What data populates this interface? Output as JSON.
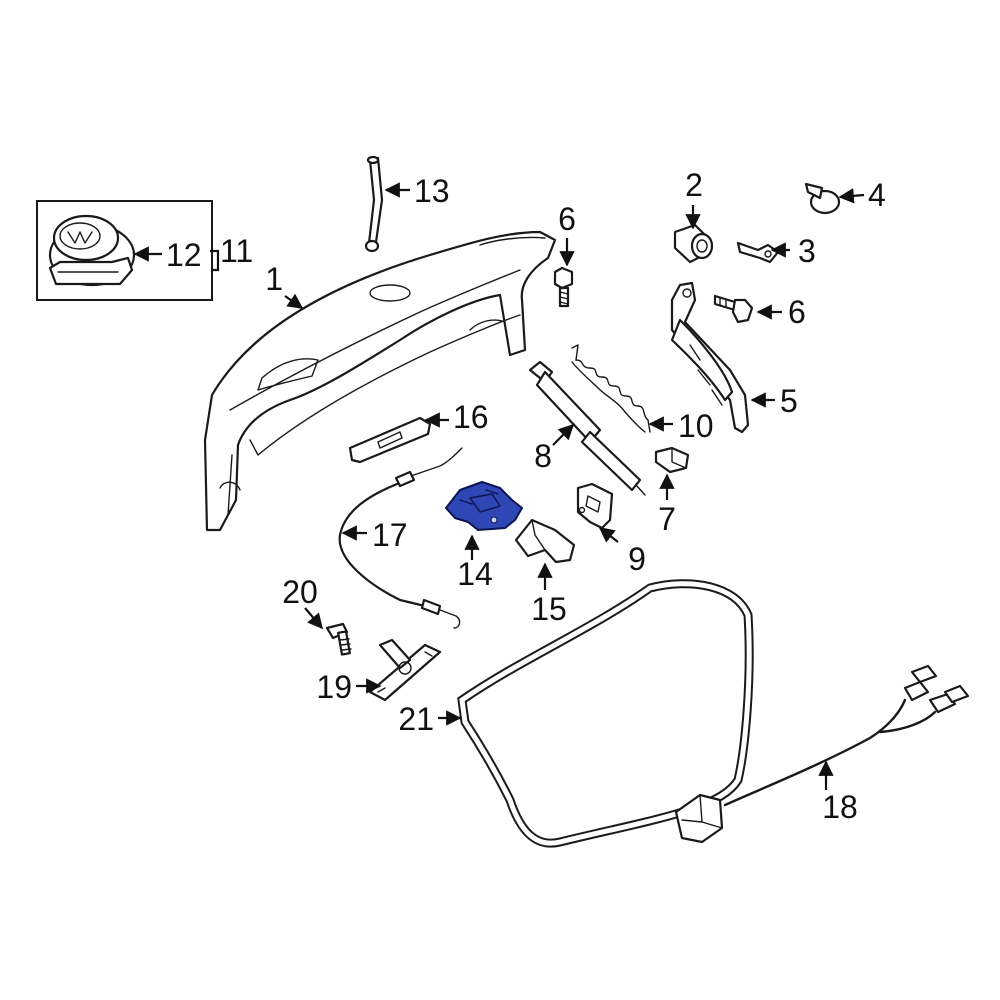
{
  "diagram": {
    "highlight_color": "#2f47b4",
    "labels": {
      "p1": "1",
      "p2": "2",
      "p3": "3",
      "p4": "4",
      "p5": "5",
      "p6a": "6",
      "p6b": "6",
      "p7": "7",
      "p8": "8",
      "p9": "9",
      "p10": "10",
      "p11": "11",
      "p12": "12",
      "p13": "13",
      "p14": "14",
      "p15": "15",
      "p16": "16",
      "p17": "17",
      "p18": "18",
      "p19": "19",
      "p20": "20",
      "p21": "21"
    }
  }
}
